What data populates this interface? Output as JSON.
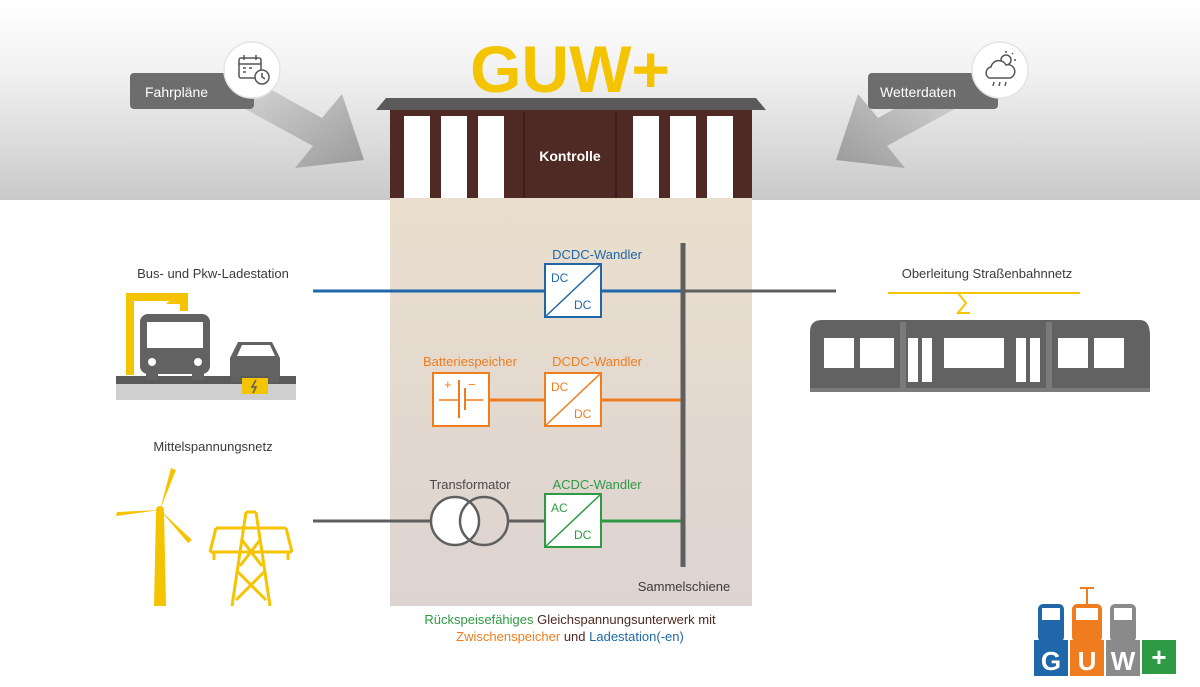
{
  "title": "GUW+",
  "colors": {
    "yellow": "#f5c400",
    "blue": "#1f67a8",
    "orange": "#ef7d1f",
    "green": "#2e9a44",
    "brown": "#4f2a24",
    "dark_text": "#3a3a3a",
    "line_gray": "#5f5f5f",
    "icon_gray": "#626262"
  },
  "inputs": {
    "left": {
      "label": "Fahrpläne",
      "icon": "calendar-clock-icon"
    },
    "right": {
      "label": "Wetterdaten",
      "icon": "cloud-sun-rain-icon"
    }
  },
  "control": {
    "label": "Kontrolle"
  },
  "left_side": {
    "charging_station": {
      "label": "Bus- und Pkw-Ladestation",
      "icon": "bus-car-charging-icon"
    },
    "medium_voltage": {
      "label": "Mittelspannungsnetz",
      "icon": "wind-turbine-pylon-icon"
    }
  },
  "right_side": {
    "overhead_line": {
      "label": "Oberleitung Straßenbahnnetz",
      "icon": "tram-icon"
    }
  },
  "converters": {
    "dcdc_top": {
      "label": "DCDC-Wandler",
      "in": "DC",
      "out": "DC"
    },
    "dcdc_mid": {
      "label": "DCDC-Wandler",
      "in": "DC",
      "out": "DC"
    },
    "acdc": {
      "label": "ACDC-Wandler",
      "in": "AC",
      "out": "DC"
    }
  },
  "battery": {
    "label": "Batteriespeicher",
    "plus": "+",
    "minus": "−"
  },
  "transformer": {
    "label": "Transformator"
  },
  "busbar": {
    "label": "Sammelschiene"
  },
  "caption": {
    "part1": "Rückspeisefähiges",
    "part2": " Gleichspannungsunterwerk mit",
    "part3": "Zwischenspeicher",
    "part4": " und ",
    "part5": "Ladestation(-en)"
  },
  "logo": {
    "letters": [
      "G",
      "U",
      "W"
    ],
    "plus": "+"
  }
}
